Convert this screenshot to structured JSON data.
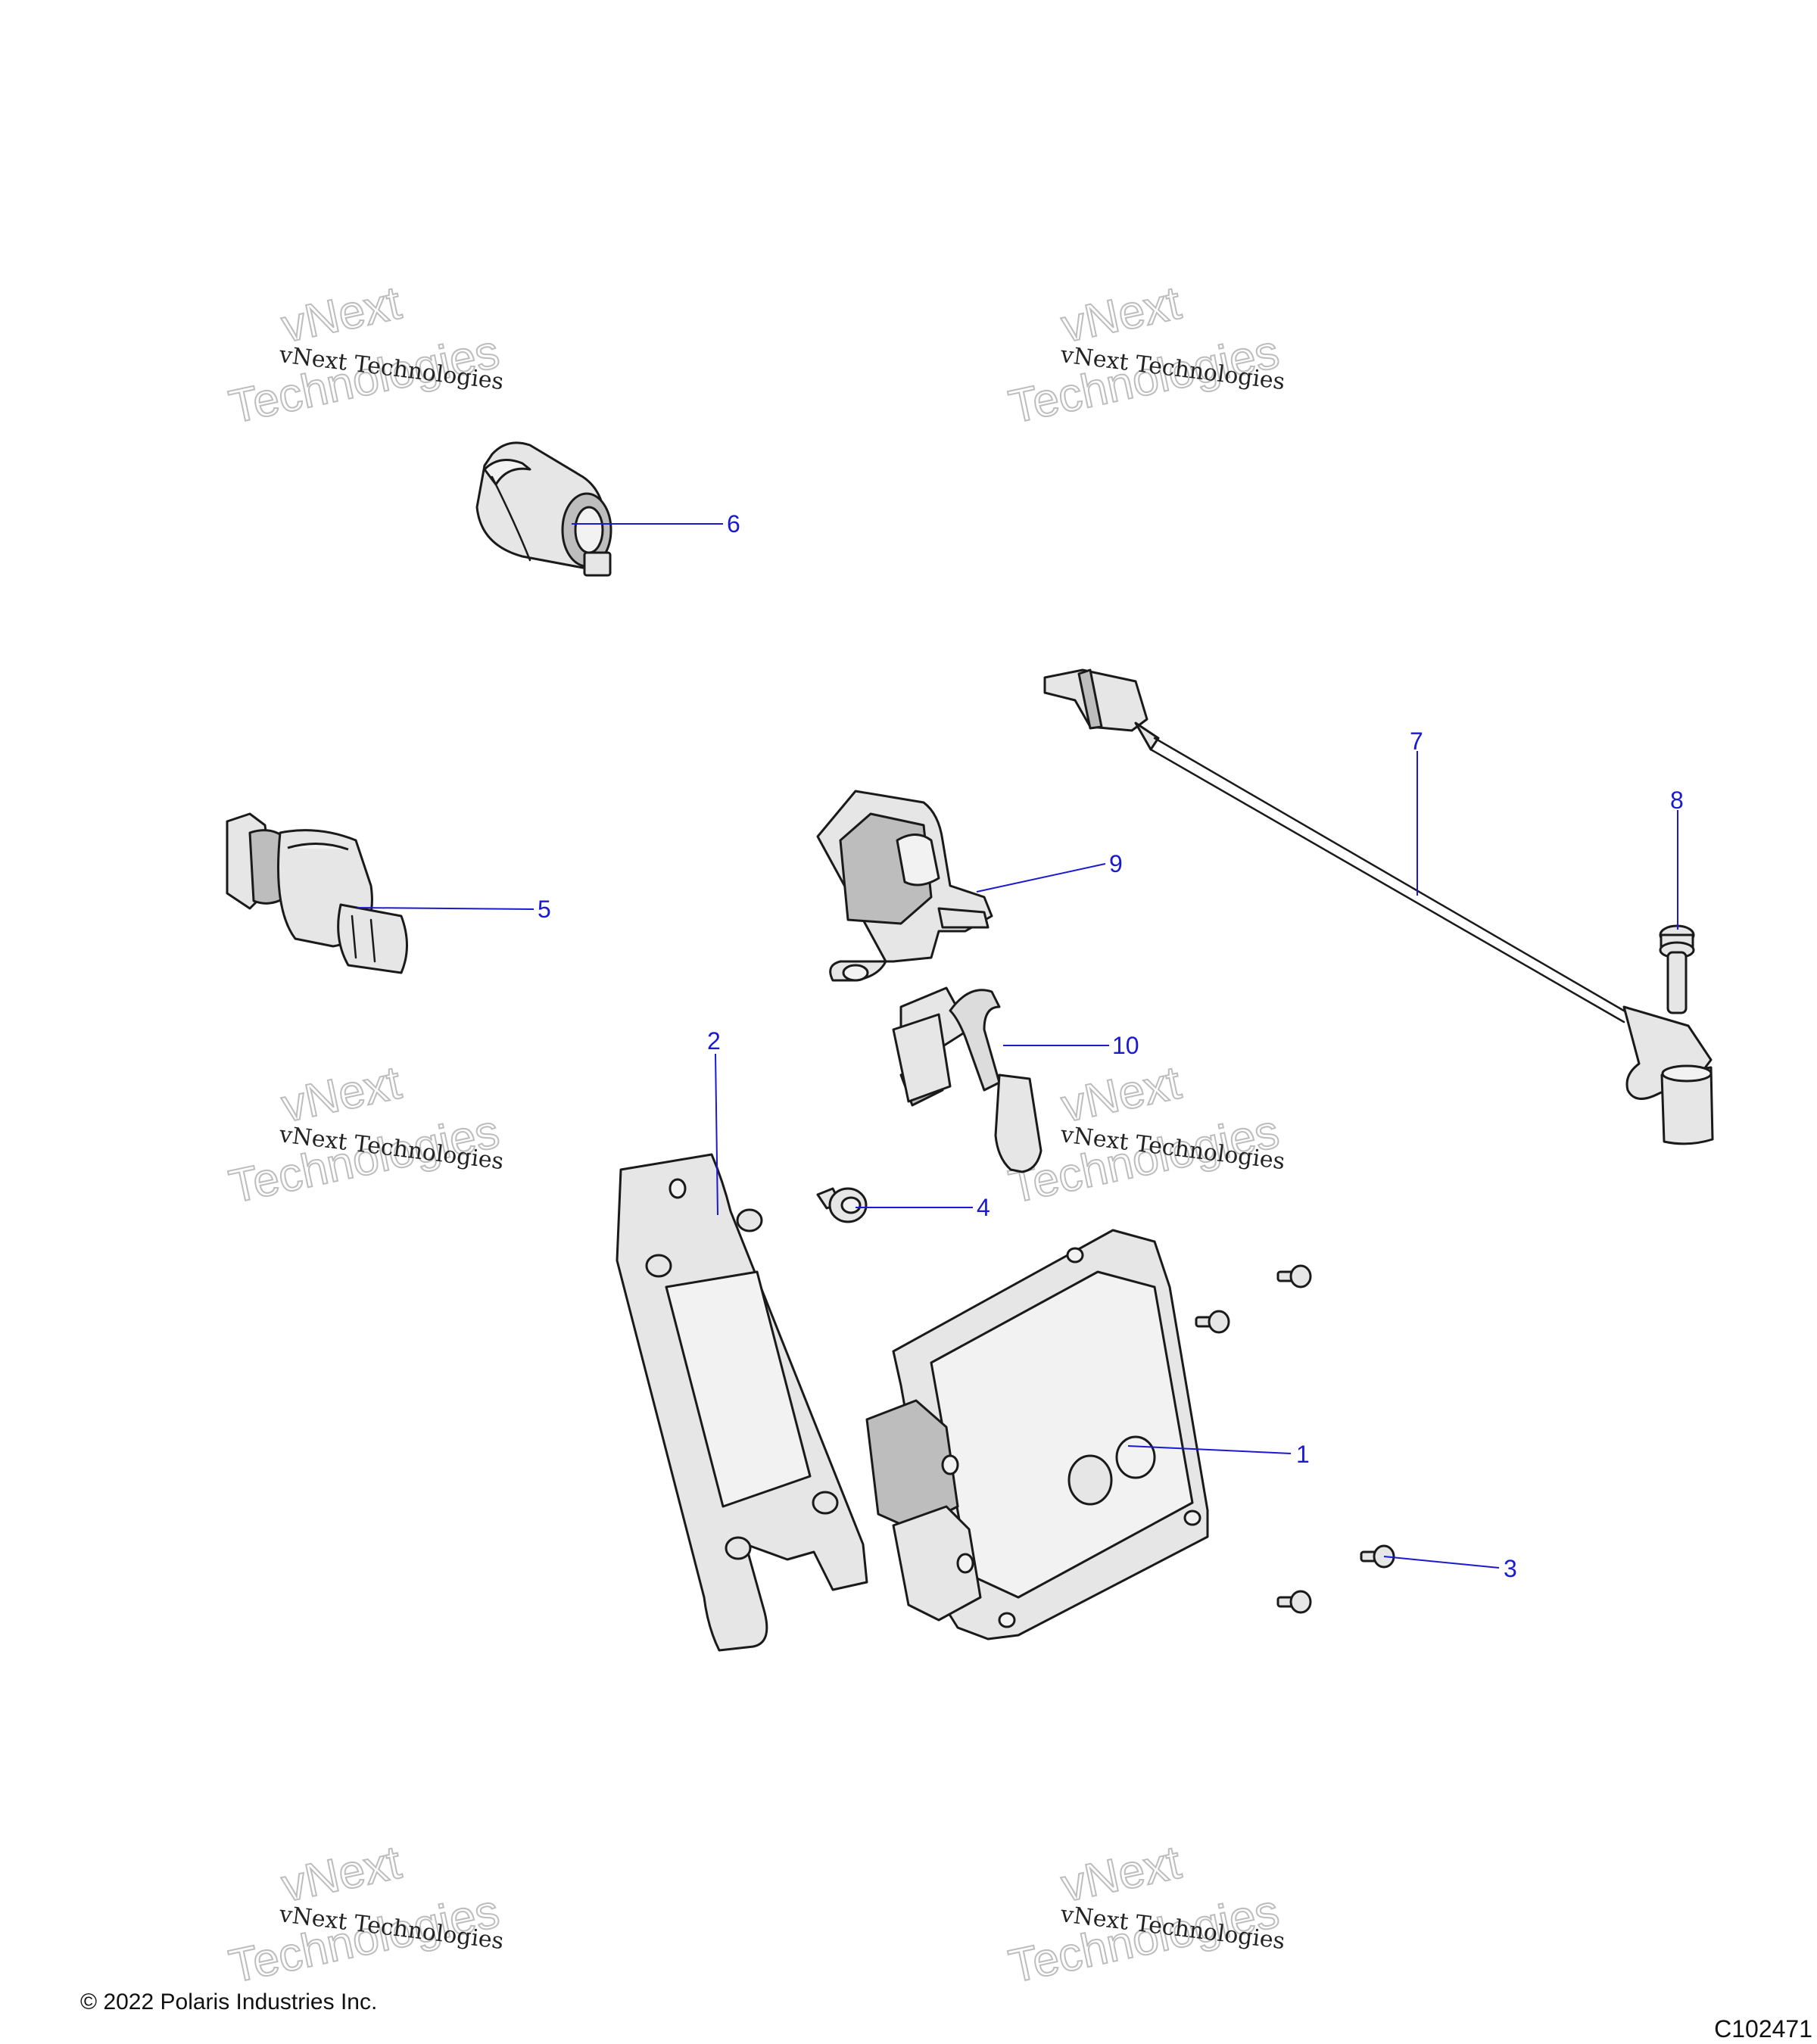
{
  "watermark": {
    "line1": "vNext",
    "line2": "vNext Technologies",
    "line3": "Technologies"
  },
  "callouts": [
    {
      "id": "1",
      "label": "1"
    },
    {
      "id": "2",
      "label": "2"
    },
    {
      "id": "3",
      "label": "3"
    },
    {
      "id": "4",
      "label": "4"
    },
    {
      "id": "5",
      "label": "5"
    },
    {
      "id": "6",
      "label": "6"
    },
    {
      "id": "7",
      "label": "7"
    },
    {
      "id": "8",
      "label": "8"
    },
    {
      "id": "9",
      "label": "9"
    },
    {
      "id": "10",
      "label": "10"
    }
  ],
  "footer": {
    "copyright": "© 2022 Polaris Industries Inc.",
    "figure_code": "C102471"
  },
  "colors": {
    "callout": "#1a1ad0",
    "outline": "#1a1a1a",
    "part_fill": "#e6e6e6",
    "watermark_outline": "#bdbdbd"
  }
}
